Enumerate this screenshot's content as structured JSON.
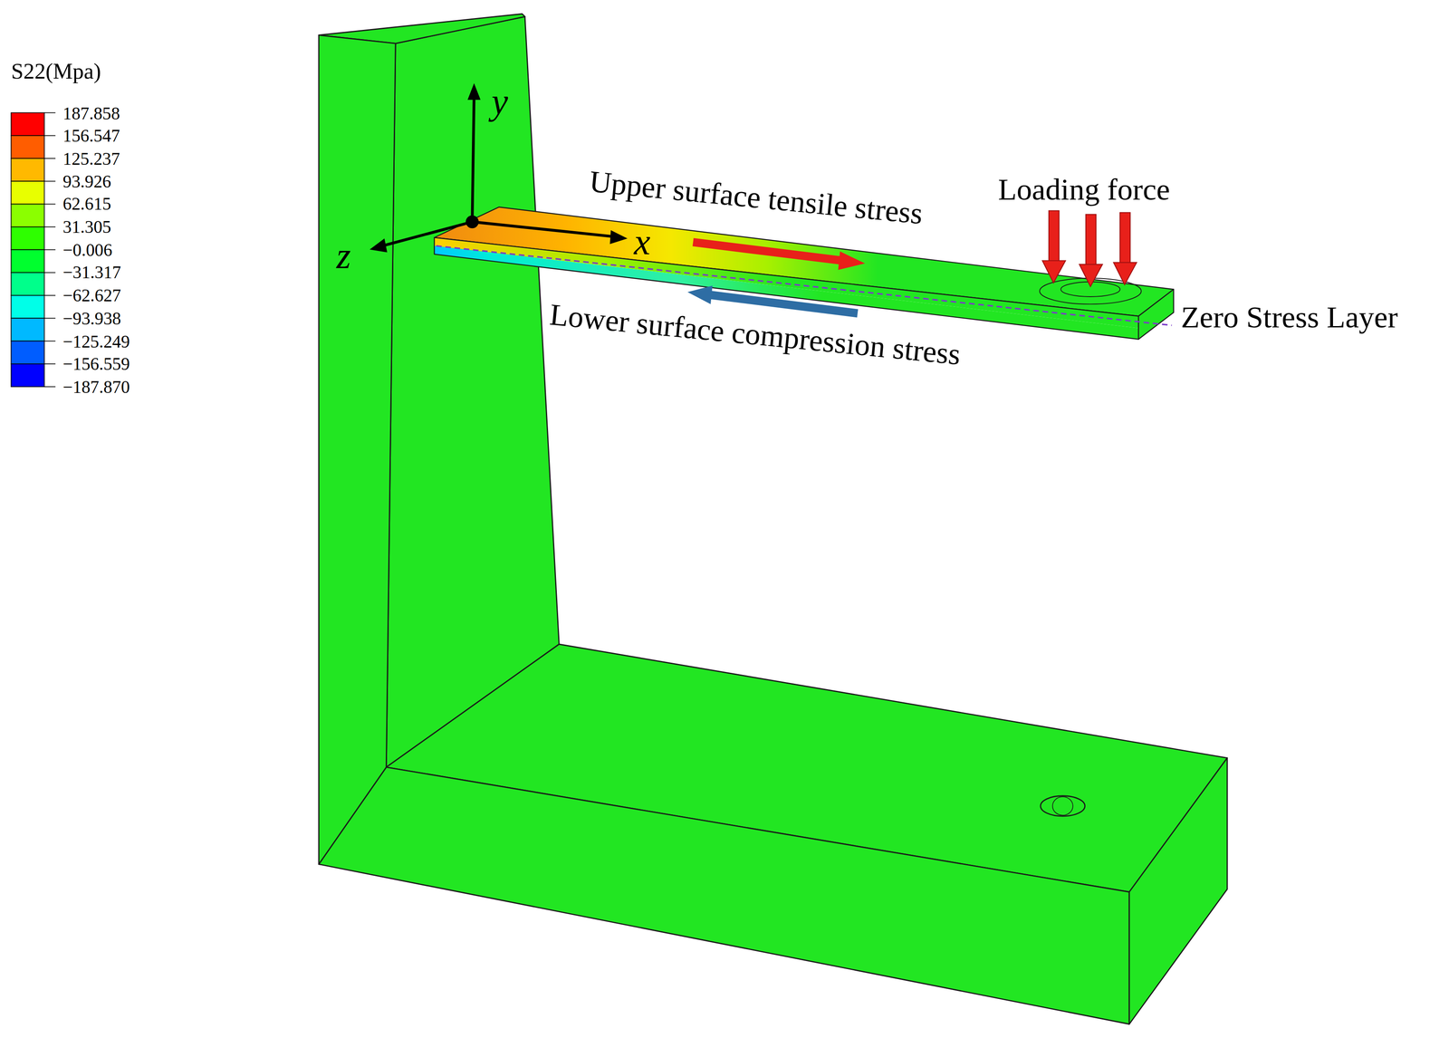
{
  "diagram": {
    "labels": [
      "S22(Mpa)",
      "187.858",
      "156.547",
      "125.237",
      "93.926",
      "62.615",
      "31.305",
      "−0.006",
      "−31.317",
      "−62.627",
      "−93.938",
      "−125.249",
      "−156.559",
      "−187.870",
      "y",
      "z",
      "x",
      "Upper surface tensile stress",
      "Loading force",
      "Zero Stress Layer",
      "Lower surface compression stress"
    ]
  }
}
